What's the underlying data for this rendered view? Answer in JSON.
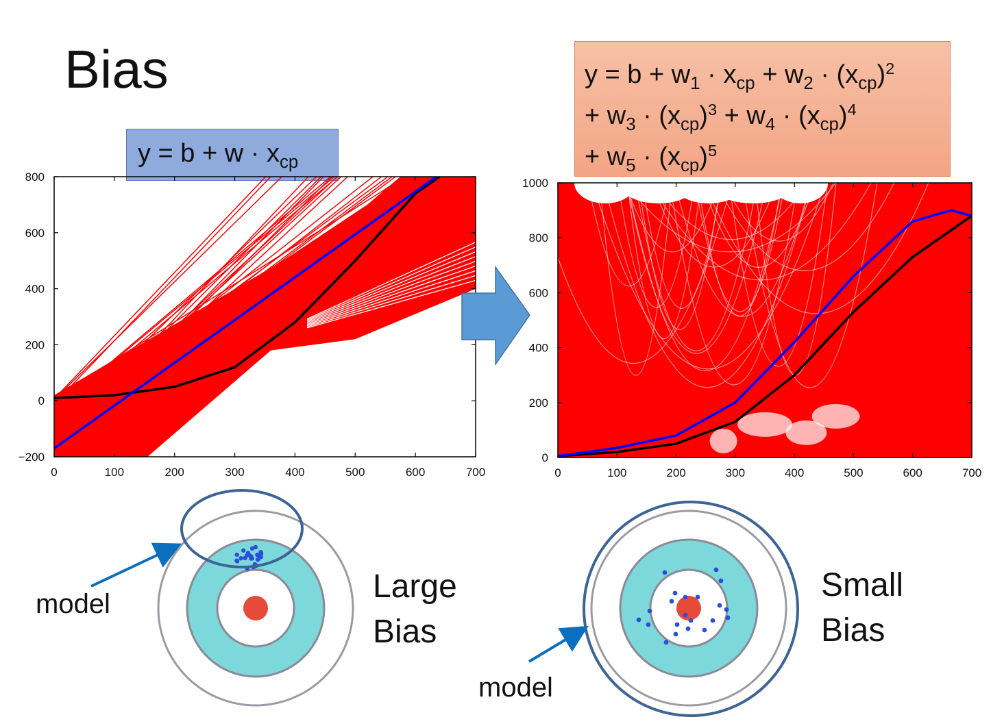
{
  "slide": {
    "title": "Bias"
  },
  "formulas": {
    "linear": {
      "y": "y",
      "eq": " = b + w · x",
      "sub": "cp"
    },
    "poly": {
      "line1": {
        "a": "y = b + w",
        "s1": "1",
        "b": " · x",
        "s2": "cp",
        "c": " + w",
        "s3": "2",
        "d": " · (x",
        "s4": "cp",
        "e": ")",
        "p1": "2"
      },
      "line2": {
        "a": "+ w",
        "s1": "3",
        "b": " · (x",
        "s2": "cp",
        "c": ")",
        "p1": "3",
        "d": " + w",
        "s3": "4",
        "e": " · (x",
        "s4": "cp",
        "f": ")",
        "p2": "4"
      },
      "line3": {
        "a": "+ w",
        "s1": "5",
        "b": " · (x",
        "s2": "cp",
        "c": ")",
        "p1": "5"
      }
    }
  },
  "labels": {
    "large_bias_1": "Large",
    "large_bias_2": "Bias",
    "small_bias_1": "Small",
    "small_bias_2": "Bias",
    "model_left": "model",
    "model_right": "model"
  },
  "colors": {
    "fan": "#ff0000",
    "model_mean": "#0000ff",
    "true_function": "#000000",
    "target_bullseye": "#e84a3a",
    "target_ring": "#7dd8dc",
    "annotation": "#3c6494",
    "arrow": "#0a6fbf",
    "transition_arrow": "#5b9bd5"
  },
  "icons": {
    "transition": "right-arrow-icon"
  },
  "chart_data": [
    {
      "type": "line",
      "title": "",
      "xlabel": "",
      "ylabel": "",
      "xlim": [
        0,
        700
      ],
      "ylim": [
        -200,
        800
      ],
      "xticks": [
        "0",
        "100",
        "200",
        "300",
        "400",
        "500",
        "600",
        "700"
      ],
      "yticks": [
        "−200",
        "0",
        "200",
        "400",
        "600",
        "800"
      ],
      "grid": false,
      "series": [
        {
          "role": "fitted-models",
          "color": "#ff0000",
          "lines": [
            [
              -170,
              1.6
            ]
          ]
        },
        {
          "role": "average-model",
          "color": "#0000ff",
          "points": [
            [
              0,
              -170
            ],
            [
              635,
              800
            ]
          ]
        },
        {
          "role": "true-function",
          "color": "#000000",
          "points": [
            [
              0,
              10
            ],
            [
              100,
              20
            ],
            [
              200,
              50
            ],
            [
              300,
              120
            ],
            [
              400,
              280
            ],
            [
              500,
              500
            ],
            [
              600,
              740
            ],
            [
              640,
              800
            ]
          ]
        }
      ]
    },
    {
      "type": "line",
      "title": "",
      "xlabel": "",
      "ylabel": "",
      "xlim": [
        0,
        700
      ],
      "ylim": [
        0,
        1000
      ],
      "xticks": [
        "0",
        "100",
        "200",
        "300",
        "400",
        "500",
        "600",
        "700"
      ],
      "yticks": [
        "0",
        "200",
        "400",
        "600",
        "800",
        "1000"
      ],
      "grid": false,
      "series": [
        {
          "role": "fitted-models",
          "color": "#ff0000"
        },
        {
          "role": "average-model",
          "color": "#0000ff",
          "points": [
            [
              0,
              5
            ],
            [
              100,
              35
            ],
            [
              200,
              80
            ],
            [
              300,
              200
            ],
            [
              400,
              420
            ],
            [
              500,
              660
            ],
            [
              600,
              860
            ],
            [
              665,
              900
            ],
            [
              700,
              880
            ]
          ]
        },
        {
          "role": "true-function",
          "color": "#000000",
          "points": [
            [
              0,
              5
            ],
            [
              100,
              20
            ],
            [
              200,
              50
            ],
            [
              300,
              130
            ],
            [
              400,
              300
            ],
            [
              500,
              530
            ],
            [
              600,
              730
            ],
            [
              700,
              880
            ]
          ]
        }
      ]
    }
  ]
}
